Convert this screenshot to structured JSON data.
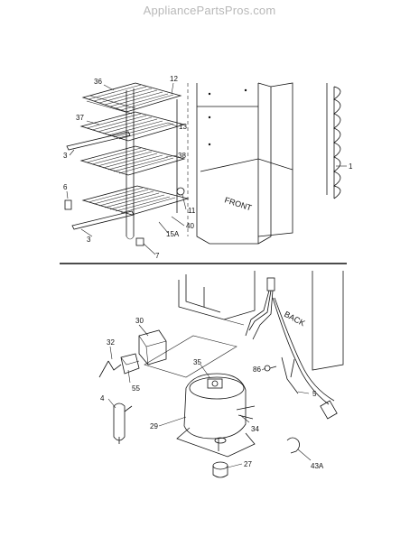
{
  "watermark": "AppliancePartsPros.com",
  "upper_panel": {
    "callouts": [
      "36",
      "12",
      "37",
      "13",
      "38",
      "3",
      "1",
      "6",
      "11",
      "40",
      "3",
      "15A",
      "7"
    ],
    "cabinet_label": "FRONT"
  },
  "lower_panel": {
    "callouts": [
      "30",
      "32",
      "35",
      "86",
      "55",
      "4",
      "29",
      "34",
      "5",
      "27",
      "43A"
    ],
    "cabinet_label": "BACK"
  }
}
